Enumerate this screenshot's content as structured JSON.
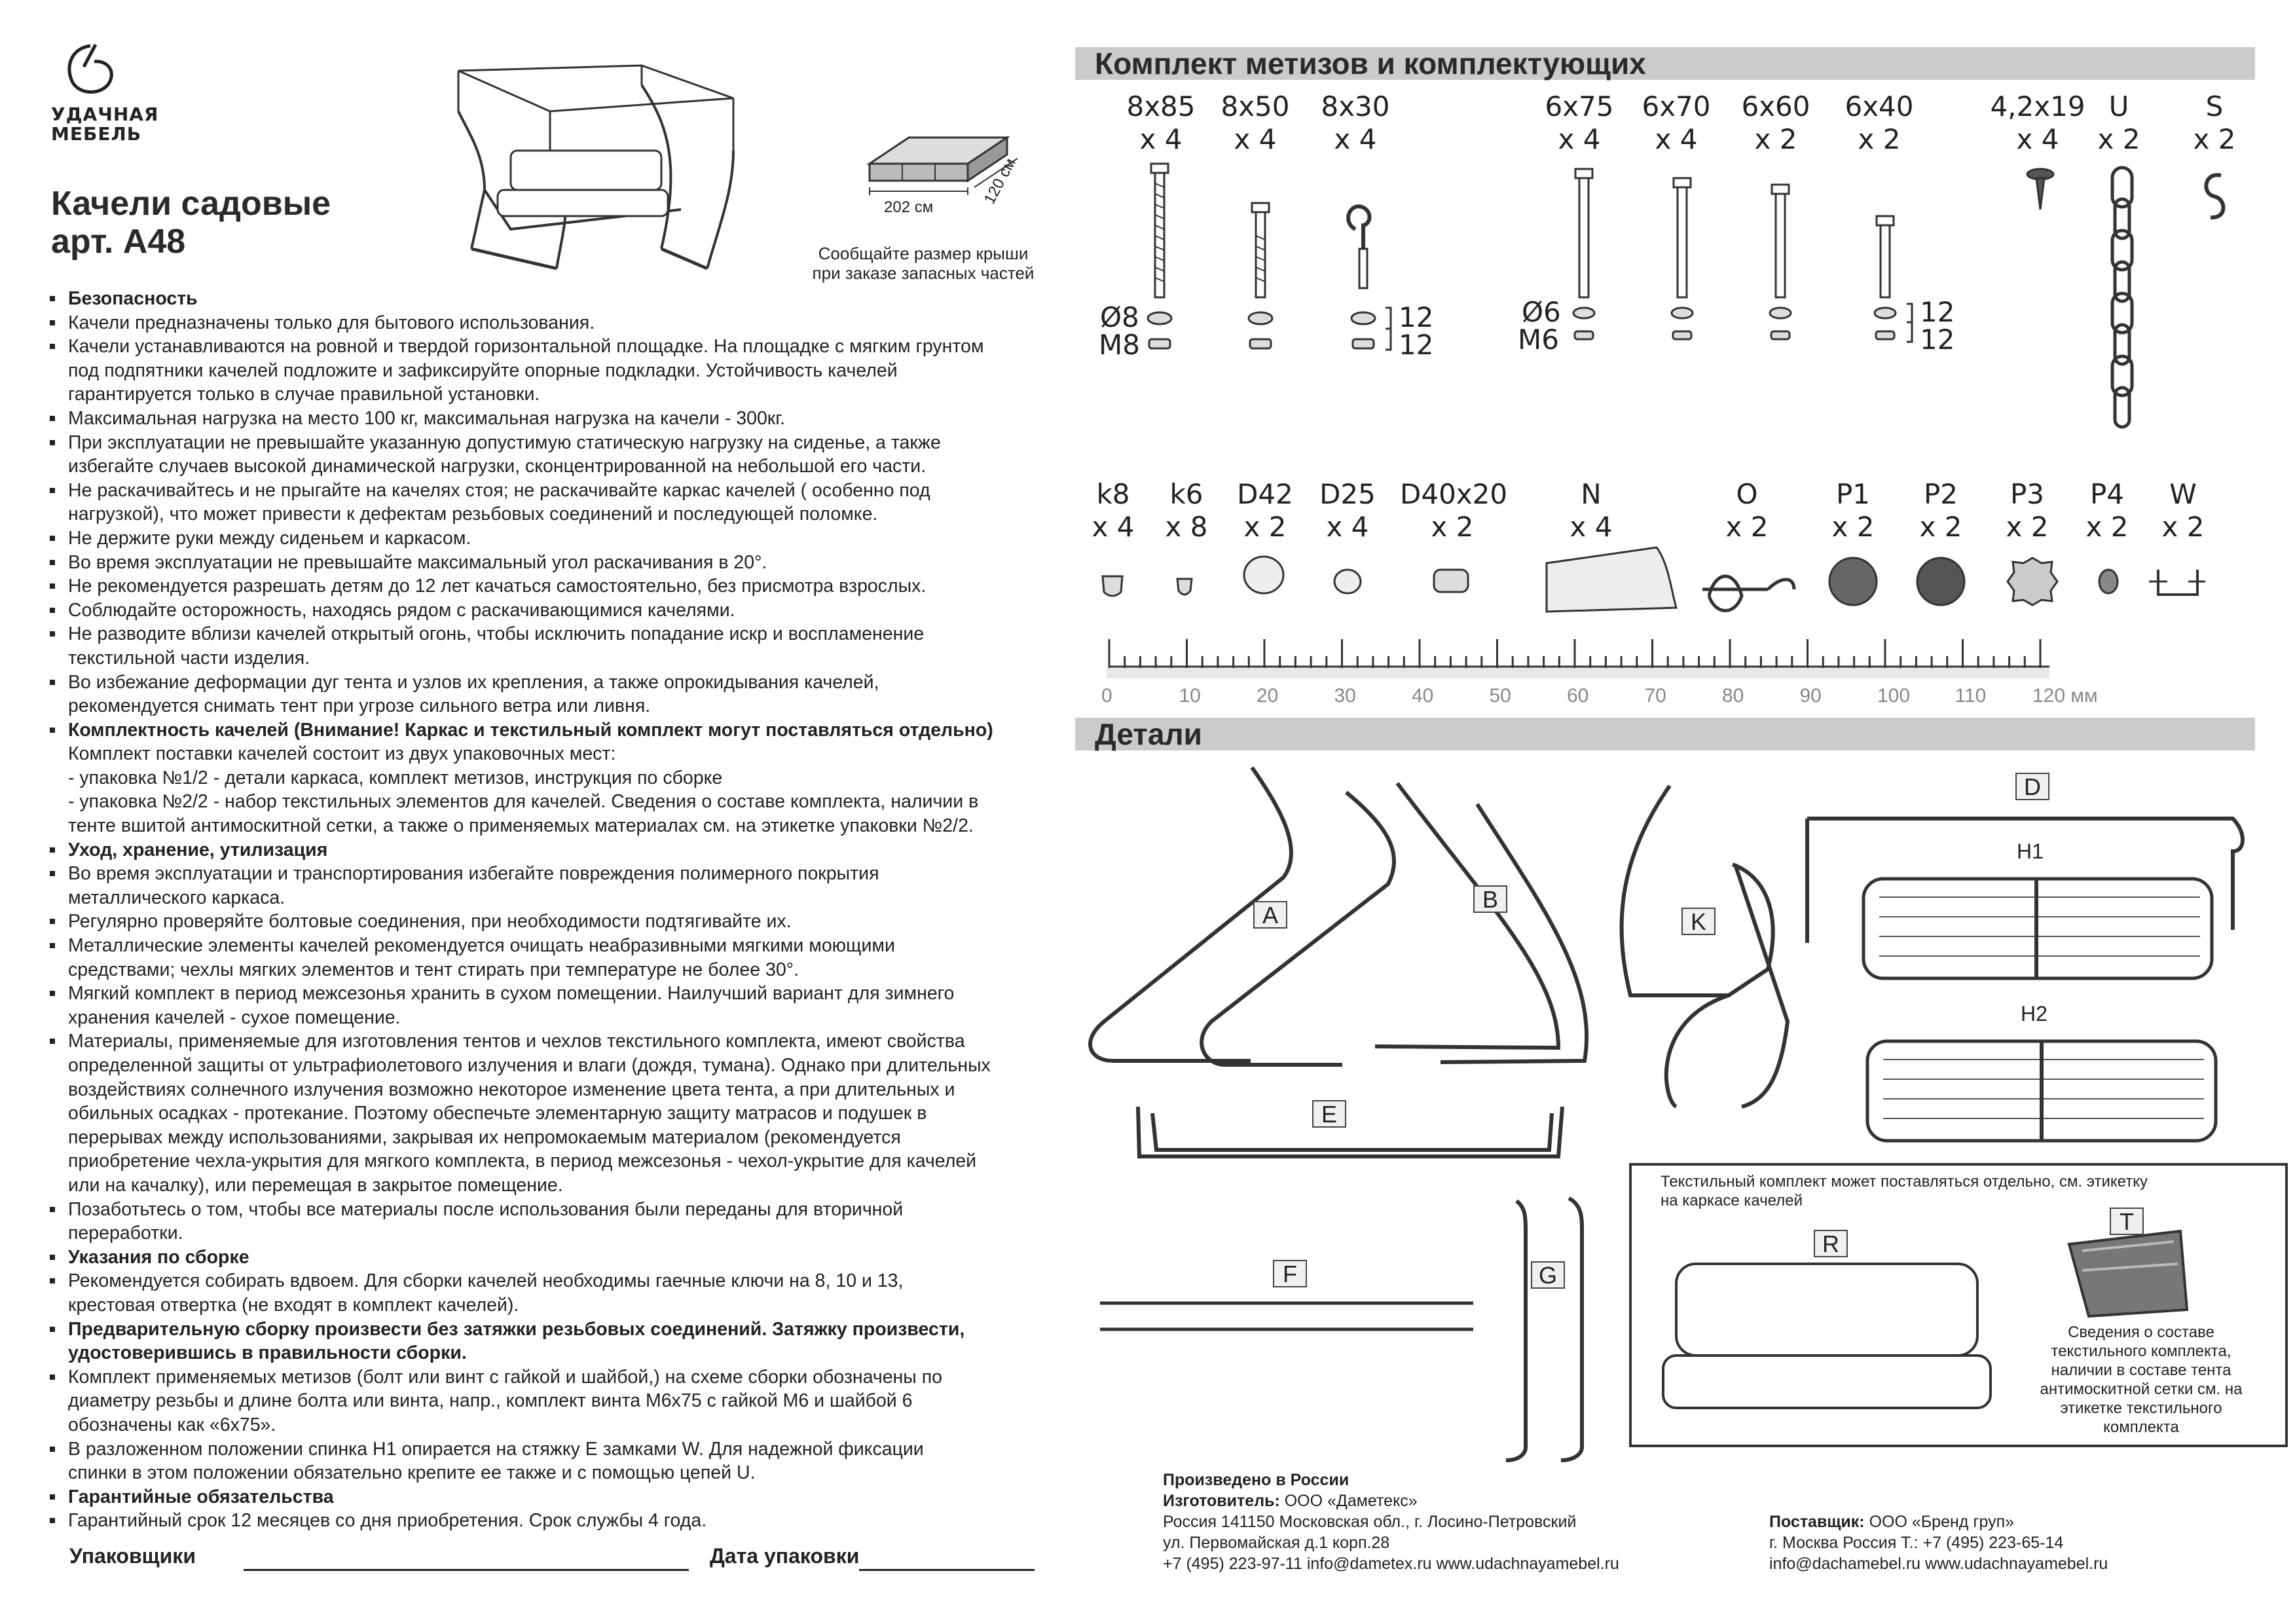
{
  "logo": {
    "line1": "УДАЧНАЯ",
    "line2": "МЕБЕЛЬ"
  },
  "title": {
    "line1": "Качели садовые",
    "line2": "арт. А48"
  },
  "roof": {
    "width": "202 см",
    "depth": "120 см",
    "note1": "Сообщайте размер крыши",
    "note2": "при заказе запасных частей"
  },
  "rules": [
    {
      "style": "bh",
      "text": "Безопасность"
    },
    {
      "style": "bul",
      "text": "Качели предназначены только для бытового использования."
    },
    {
      "style": "bul",
      "text": "Качели устанавливаются на ровной и твердой горизонтальной площадке. На площадке с мягким грунтом"
    },
    {
      "style": "plain",
      "text": "под подпятники качелей подложите и зафиксируйте опорные подкладки. Устойчивость качелей"
    },
    {
      "style": "plain",
      "text": "гарантируется только в случае правильной установки."
    },
    {
      "style": "bul",
      "text": "Максимальная нагрузка на место 100 кг, максимальная нагрузка на качели - 300кг."
    },
    {
      "style": "bul",
      "text": "При эксплуатации не превышайте указанную допустимую статическую нагрузку на сиденье, а также"
    },
    {
      "style": "plain",
      "text": "избегайте случаев высокой динамической нагрузки, сконцентрированной на небольшой его части."
    },
    {
      "style": "bul",
      "text": "Не раскачивайтесь и не прыгайте на качелях стоя; не раскачивайте каркас качелей ( особенно под"
    },
    {
      "style": "plain",
      "text": "нагрузкой), что может привести к дефектам резьбовых соединений и последующей поломке."
    },
    {
      "style": "bul",
      "text": "Не держите руки между сиденьем и каркасом."
    },
    {
      "style": "bul",
      "text": "Во время эксплуатации не превышайте максимальный угол раскачивания в 20°."
    },
    {
      "style": "bul",
      "text": "Не рекомендуется разрешать детям до 12 лет качаться самостоятельно, без присмотра взрослых."
    },
    {
      "style": "bul",
      "text": "Соблюдайте осторожность, находясь рядом с раскачивающимися качелями."
    },
    {
      "style": "bul",
      "text": "Не разводите вблизи качелей открытый огонь, чтобы исключить попадание искр и воспламенение"
    },
    {
      "style": "plain",
      "text": "текстильной части изделия."
    },
    {
      "style": "bul",
      "text": "Во избежание деформации дуг тента и узлов их крепления, а также опрокидывания качелей,"
    },
    {
      "style": "plain",
      "text": "рекомендуется снимать тент при угрозе сильного ветра или ливня."
    },
    {
      "style": "bh",
      "text": "Комплектность качелей (Внимание! Каркас и текстильный комплект могут поставляться отдельно)"
    },
    {
      "style": "plain",
      "text": "Комплект поставки  качелей состоит из двух упаковочных мест:"
    },
    {
      "style": "dash",
      "text": "- упаковка №1/2 - детали каркаса, комплект метизов, инструкция по сборке"
    },
    {
      "style": "dash",
      "text": "- упаковка №2/2 - набор текстильных элементов для качелей. Сведения о составе комплекта, наличии в"
    },
    {
      "style": "plain",
      "text": "тенте вшитой антимоскитной сетки,  а также о применяемых материалах см. на этикетке упаковки №2/2."
    },
    {
      "style": "bh",
      "text": "Уход, хранение, утилизация"
    },
    {
      "style": "bul",
      "text": "Во время эксплуатации и транспортирования избегайте повреждения полимерного покрытия"
    },
    {
      "style": "plain",
      "text": "металлического каркаса."
    },
    {
      "style": "bul",
      "text": "Регулярно проверяйте болтовые соединения, при необходимости подтягивайте их."
    },
    {
      "style": "bul",
      "text": "Металлические элементы качелей рекомендуется очищать неабразивными мягкими моющими"
    },
    {
      "style": "plain",
      "text": "средствами; чехлы мягких элементов и тент стирать при температуре не более 30°."
    },
    {
      "style": "bul",
      "text": "Мягкий комплект в период межсезонья хранить в сухом помещении. Наилучший вариант для зимнего"
    },
    {
      "style": "plain",
      "text": "хранения качелей - сухое помещение."
    },
    {
      "style": "bul",
      "text": "Материалы, применяемые для  изготовления тентов и чехлов текстильного комплекта, имеют свойства"
    },
    {
      "style": "plain",
      "text": "определенной защиты от ультрафиолетового излучения и влаги (дождя, тумана). Однако при длительных"
    },
    {
      "style": "plain",
      "text": "воздействиях солнечного излучения возможно некоторое изменение цвета тента, а при длительных и"
    },
    {
      "style": "plain",
      "text": "обильных осадках - протекание. Поэтому обеспечьте элементарную защиту матрасов и подушек в"
    },
    {
      "style": "plain",
      "text": "перерывах между использованиями, закрывая их непромокаемым материалом (рекомендуется"
    },
    {
      "style": "plain",
      "text": "приобретение чехла-укрытия для мягкого комплекта, в период межсезонья - чехол-укрытие для качелей"
    },
    {
      "style": "plain",
      "text": "или на качалку), или перемещая в закрытое помещение."
    },
    {
      "style": "bul",
      "text": "Позаботьтесь о том, чтобы все материалы после использования были переданы для вторичной"
    },
    {
      "style": "plain",
      "text": "переработки."
    },
    {
      "style": "bh",
      "text": "Указания по сборке"
    },
    {
      "style": "bul",
      "text": "Рекомендуется собирать вдвоем. Для сборки качелей необходимы гаечные ключи на 8, 10 и 13,"
    },
    {
      "style": "plain",
      "text": "крестовая отвертка (не входят в комплект качелей)."
    },
    {
      "style": "bb",
      "text": "Предварительную сборку произвести без затяжки резьбовых соединений. Затяжку произвести,"
    },
    {
      "style": "pb",
      "text": "удостоверившись в правильности сборки."
    },
    {
      "style": "bul",
      "text": "Комплект применяемых метизов (болт или винт с гайкой и шайбой,) на схеме сборки обозначены по"
    },
    {
      "style": "plain",
      "text": "диаметру резьбы и длине болта или винта, напр., комплект винта М6х75 с гайкой М6 и шайбой 6"
    },
    {
      "style": "plain",
      "text": "обозначены как «6х75»."
    },
    {
      "style": "bul",
      "text": "В разложенном положении спинка Н1 опирается на стяжку Е замками W.  Для надежной фиксации"
    },
    {
      "style": "plain",
      "text": "спинки в этом положении обязательно крепите ее также и с помощью цепей U."
    },
    {
      "style": "bh",
      "text": "Гарантийные обязательства"
    },
    {
      "style": "bul",
      "text": "Гарантийный срок 12 месяцев со дня приобретения. Срок службы 4 года."
    }
  ],
  "signature": {
    "packers": "Упаковщики",
    "date": "Дата упаковки"
  },
  "hardware": {
    "title": "Комплект метизов и комплектующих",
    "row1": [
      {
        "size": "8x85",
        "qty": "x 4"
      },
      {
        "size": "8x50",
        "qty": "x 4"
      },
      {
        "size": "8x30",
        "qty": "x 4"
      },
      {
        "size": "6x75",
        "qty": "x 4"
      },
      {
        "size": "6x70",
        "qty": "x 4"
      },
      {
        "size": "6x60",
        "qty": "x 2"
      },
      {
        "size": "6x40",
        "qty": "x 2"
      },
      {
        "size": "4,2x19",
        "qty": "x 4"
      },
      {
        "size": "U",
        "qty": "x 2"
      },
      {
        "size": "S",
        "qty": "x 2"
      }
    ],
    "washer8": "Ø8",
    "nut8": "M8",
    "washer6": "Ø6",
    "nut6": "M6",
    "count8a": "12",
    "count8b": "12",
    "count6a": "12",
    "count6b": "12",
    "row2": [
      {
        "size": "k8",
        "qty": "x 4"
      },
      {
        "size": "k6",
        "qty": "x 8"
      },
      {
        "size": "D42",
        "qty": "x 2"
      },
      {
        "size": "D25",
        "qty": "x 4"
      },
      {
        "size": "D40x20",
        "qty": "x 2"
      },
      {
        "size": "N",
        "qty": "x 4"
      },
      {
        "size": "O",
        "qty": "x 2"
      },
      {
        "size": "P1",
        "qty": "x 2"
      },
      {
        "size": "P2",
        "qty": "x 2"
      },
      {
        "size": "P3",
        "qty": "x 2"
      },
      {
        "size": "P4",
        "qty": "x 2"
      },
      {
        "size": "W",
        "qty": "x 2"
      }
    ],
    "scale": [
      "0",
      "10",
      "20",
      "30",
      "40",
      "50",
      "60",
      "70",
      "80",
      "90",
      "100",
      "110",
      "120 мм"
    ]
  },
  "details": {
    "title": "Детали",
    "parts": [
      "A",
      "B",
      "K",
      "D",
      "H1",
      "H2",
      "E",
      "F",
      "G",
      "R",
      "T"
    ],
    "textile_note1": "Текстильный комплект может поставляться отдельно, см. этикетку",
    "textile_note2": "на каркасе качелей",
    "t_note": [
      "Сведения о составе",
      "текстильного комплекта,",
      "наличии в составе тента",
      "антимоскитной  сетки см. на",
      "этикетке текстильного",
      "комплекта"
    ]
  },
  "footer": {
    "made": "Произведено в России",
    "maker_label": "Изготовитель:",
    "maker": " ООО «Даметекс»",
    "addr1": "Россия  141150 Московская обл., г. Лосино-Петровский",
    "addr2": "ул. Первомайская д.1 корп.28",
    "contacts": "+7 (495) 223-97-11 info@dametex.ru  www.udachnayamebel.ru",
    "supplier_label": "Поставщик:",
    "supplier": " ООО «Бренд груп»",
    "s_addr": "г. Москва  Россия  Т.: +7 (495) 223-65-14",
    "s_contacts": "info@dachamebel.ru  www.udachnayamebel.ru"
  }
}
